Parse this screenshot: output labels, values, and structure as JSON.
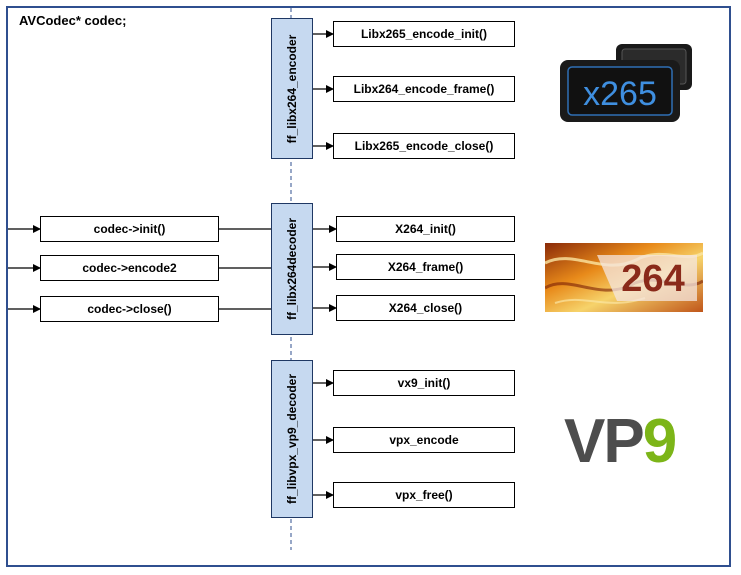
{
  "diagram": {
    "title": "AVCodec* codec;",
    "left_calls": [
      "codec->init()",
      "codec->encode2",
      "codec->close()"
    ],
    "groups": [
      {
        "name": "ff_libx264_encoder",
        "functions": [
          "Libx265_encode_init()",
          "Libx264_encode_frame()",
          "Libx265_encode_close()"
        ]
      },
      {
        "name": "ff_libx264decoder",
        "functions": [
          "X264_init()",
          "X264_frame()",
          "X264_close()"
        ]
      },
      {
        "name": "ff_libvpx_vp9_decoder",
        "functions": [
          "vx9_init()",
          "vpx_encode",
          "vpx_free()"
        ]
      }
    ],
    "logos": {
      "x265": "x265",
      "x264": "264",
      "vp9_a": "VP",
      "vp9_b": "9"
    },
    "colors": {
      "frame": "#2f4f8f",
      "bar_fill": "#c6d9f0",
      "bar_border": "#1f3864",
      "vp9_green": "#7cb518",
      "vp9_gray": "#4d4d4d"
    }
  }
}
